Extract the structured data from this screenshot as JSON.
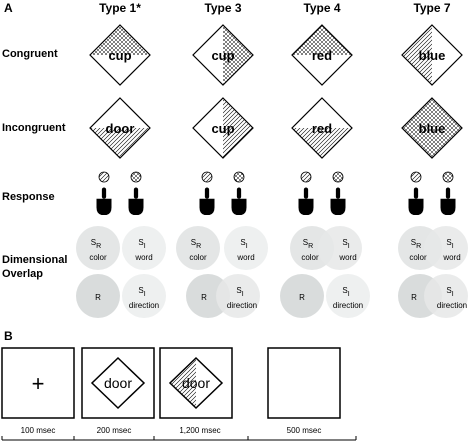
{
  "panel_a_label": "A",
  "panel_b_label": "B",
  "columns": [
    {
      "title": "Type 1*",
      "congruent_word": "cup",
      "incongruent_word": "door"
    },
    {
      "title": "Type 3",
      "congruent_word": "cup",
      "incongruent_word": "cup"
    },
    {
      "title": "Type 4",
      "congruent_word": "red",
      "incongruent_word": "red"
    },
    {
      "title": "Type 7",
      "congruent_word": "blue",
      "incongruent_word": "blue"
    }
  ],
  "rows": {
    "congruent": "Congruent",
    "incongruent": "Incongruent",
    "response": "Response",
    "overlap_line1": "Dimensional",
    "overlap_line2": "Overlap"
  },
  "circles": {
    "sr": "S",
    "sr_sub": "R",
    "sr_caption": "color",
    "si": "S",
    "si_sub": "I",
    "si_word_caption": "word",
    "r": "R",
    "si_dir_caption": "direction"
  },
  "sequence": {
    "fixation": "+",
    "frame2_word": "door",
    "frame3_word": "door",
    "durations": [
      "100 msec",
      "200 msec",
      "1,200 msec",
      "500 msec"
    ]
  },
  "colors": {
    "circle_dark": "#d9dcdc",
    "circle_light": "#eef0f0",
    "stroke": "#000000"
  }
}
